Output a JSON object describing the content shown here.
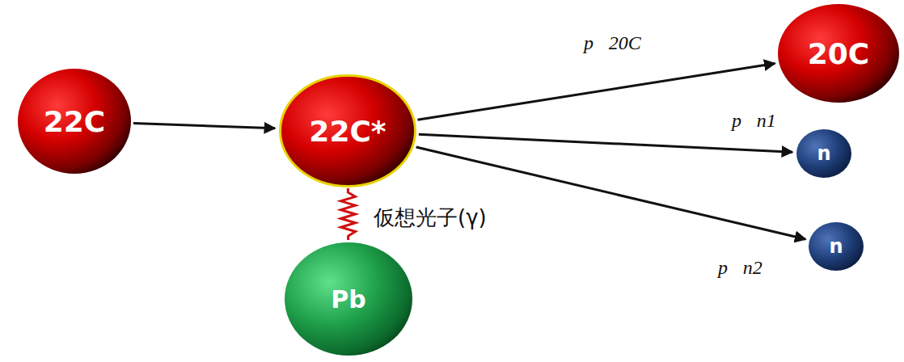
{
  "diagram": {
    "nodes": [
      {
        "text": [
          "22C"
        ]
      },
      {
        "text": [
          "22C*"
        ]
      },
      {
        "text": [
          "Pb"
        ]
      },
      {
        "text": [
          "20C"
        ]
      },
      {
        "text": [
          "n"
        ]
      },
      {
        "text": [
          "n"
        ]
      }
    ],
    "edges": [
      {
        "from": 0,
        "to": 1,
        "arrow": "to"
      },
      {
        "from": 2,
        "to": 1,
        "arrow": "none",
        "label": "仮想光子(γ)"
      },
      {
        "from": 1,
        "to": 3,
        "arrow": "to",
        "label": "p⃗20C"
      },
      {
        "from": 1,
        "to": 4,
        "arrow": "to",
        "label": "p⃗n1"
      },
      {
        "from": 1,
        "to": 5,
        "arrow": "to",
        "label": "p⃗n2"
      }
    ]
  }
}
